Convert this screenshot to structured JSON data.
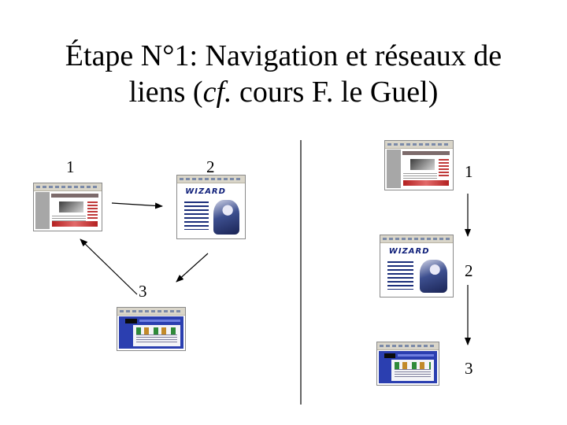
{
  "title": {
    "line1": "Étape N°1: Navigation et réseaux de",
    "line2_prefix": "liens (",
    "line2_italic": "cf.",
    "line2_suffix": " cours F. le Guel)"
  },
  "network": {
    "labels": [
      "1",
      "2",
      "3"
    ],
    "sites": [
      {
        "id": "1",
        "theme": "red-grey-page",
        "accent": "#b32020"
      },
      {
        "id": "2",
        "theme": "wizard-book-page",
        "accent": "#1b2e7a"
      },
      {
        "id": "3",
        "theme": "blue-page",
        "accent": "#2b3fb0"
      }
    ]
  },
  "sequence": {
    "labels": [
      "1",
      "2",
      "3"
    ]
  }
}
